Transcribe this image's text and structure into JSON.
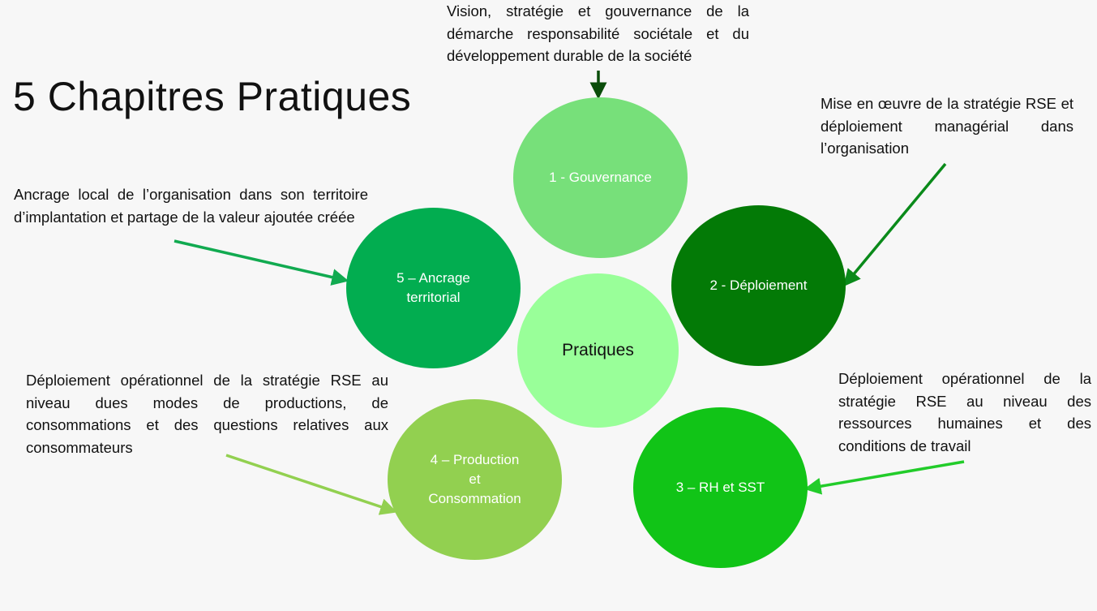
{
  "title": "5 Chapitres Pratiques",
  "center": {
    "label": "Pratiques",
    "color": "#99ff99"
  },
  "chapters": [
    {
      "label": "1 - Gouvernance",
      "color": "#77e07a",
      "description": "Vision, stratégie et gouvernance de la démarche responsabilité sociétale et du développement durable de la société",
      "arrow_color": "#0a4d0a"
    },
    {
      "label": "2 - Déploiement",
      "color": "#037a06",
      "description": "Mise en œuvre de la stratégie RSE et déploiement managérial dans l’organisation",
      "arrow_color": "#0a8a1a"
    },
    {
      "label": "3 – RH et SST",
      "color": "#11c417",
      "description": "Déploiement opérationnel de la stratégie RSE au niveau des ressources humaines et des conditions de travail",
      "arrow_color": "#22cc2a"
    },
    {
      "label": "4 – Production et Consommation",
      "color": "#92d050",
      "description": "Déploiement opérationnel de la stratégie RSE au niveau dues modes de productions, de consommations et des questions relatives aux consommateurs",
      "arrow_color": "#92d050"
    },
    {
      "label": "5 – Ancrage territorial",
      "color": "#02ad50",
      "description": "Ancrage local de l’organisation dans son territoire d’implantation et partage de la valeur ajoutée créée",
      "arrow_color": "#11aa50"
    }
  ]
}
